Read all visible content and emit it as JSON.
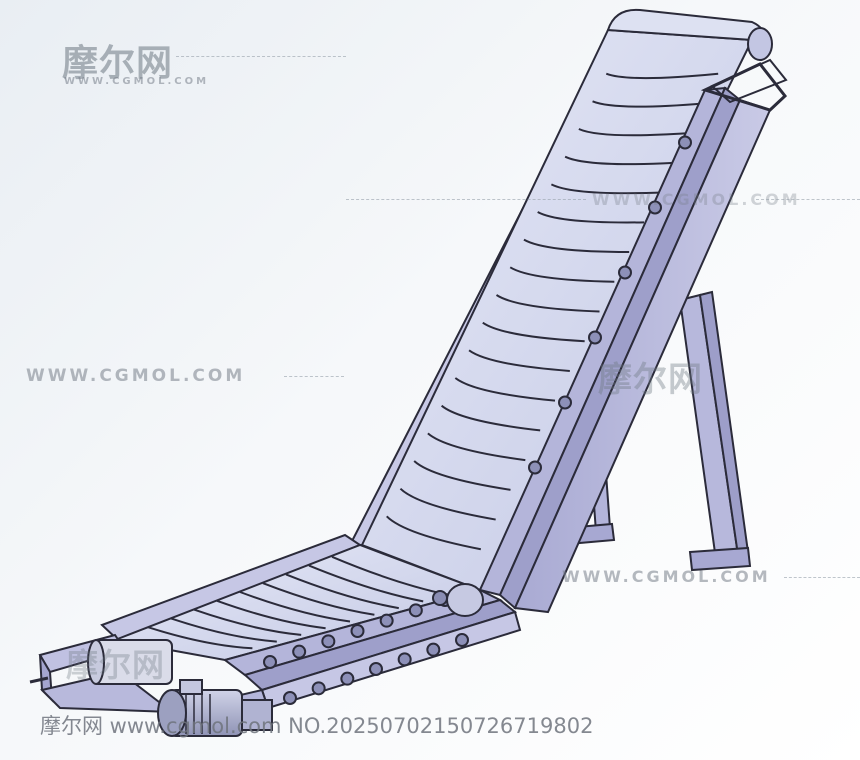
{
  "watermark": {
    "brand": "摩尔网",
    "site_small": "WWW.CGMOL.COM",
    "site_mid": "WWW.CGMOL.COM",
    "site_right": "WWW.CGMOL.COM",
    "footer": "摩尔网 www.cgmol.com NO.20250702150726719802"
  },
  "colors": {
    "frame": "#b8b9dc",
    "frame_shadow": "#8586b4",
    "belt": "#d4d9ef",
    "outline": "#2b2b3a"
  }
}
